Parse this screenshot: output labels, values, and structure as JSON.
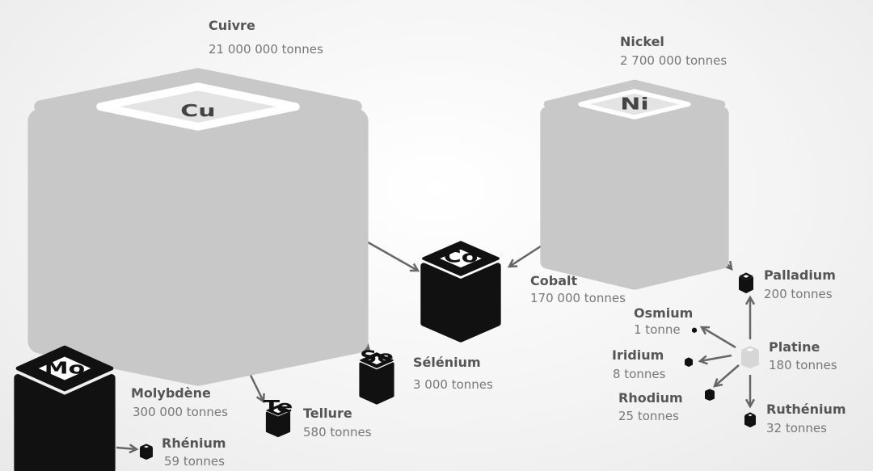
{
  "colors": {
    "large": "#c8c8c8",
    "small": "#111111",
    "platine": "#d6d6d6",
    "arrow": "#666666",
    "name": "#555555",
    "qty": "#777777"
  },
  "elements": [
    {
      "id": "cuivre",
      "name": "Cuivre",
      "quantity": "21 000 000 tonnes",
      "symbol": "Cu"
    },
    {
      "id": "nickel",
      "name": "Nickel",
      "quantity": "2 700 000 tonnes",
      "symbol": "Ni"
    },
    {
      "id": "cobalt",
      "name": "Cobalt",
      "quantity": "170 000 tonnes",
      "symbol": "Co"
    },
    {
      "id": "molybdene",
      "name": "Molybdène",
      "quantity": "300 000 tonnes",
      "symbol": "Mo"
    },
    {
      "id": "selenium",
      "name": "Sélénium",
      "quantity": "3 000 tonnes",
      "symbol": "Se"
    },
    {
      "id": "tellure",
      "name": "Tellure",
      "quantity": "580 tonnes",
      "symbol": "Te"
    },
    {
      "id": "rhenium",
      "name": "Rhénium",
      "quantity": "59 tonnes",
      "symbol": ""
    },
    {
      "id": "palladium",
      "name": "Palladium",
      "quantity": "200 tonnes",
      "symbol": ""
    },
    {
      "id": "platine",
      "name": "Platine",
      "quantity": "180 tonnes",
      "symbol": ""
    },
    {
      "id": "osmium",
      "name": "Osmium",
      "quantity": "1 tonne",
      "symbol": ""
    },
    {
      "id": "iridium",
      "name": "Iridium",
      "quantity": "8 tonnes",
      "symbol": ""
    },
    {
      "id": "rhodium",
      "name": "Rhodium",
      "quantity": "25 tonnes",
      "symbol": ""
    },
    {
      "id": "ruthenium",
      "name": "Ruthénium",
      "quantity": "32 tonnes",
      "symbol": ""
    }
  ],
  "links": [
    [
      "cuivre",
      "cobalt"
    ],
    [
      "nickel",
      "cobalt"
    ],
    [
      "cuivre",
      "molybdene"
    ],
    [
      "cuivre",
      "tellure"
    ],
    [
      "cuivre",
      "selenium"
    ],
    [
      "molybdene",
      "rhenium"
    ],
    [
      "nickel",
      "palladium"
    ],
    [
      "platine",
      "palladium"
    ],
    [
      "platine",
      "osmium"
    ],
    [
      "platine",
      "iridium"
    ],
    [
      "platine",
      "rhodium"
    ],
    [
      "platine",
      "ruthenium"
    ]
  ]
}
